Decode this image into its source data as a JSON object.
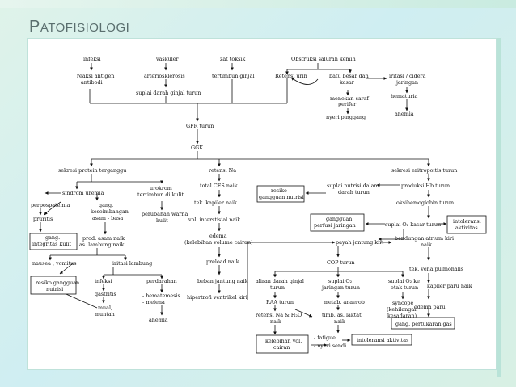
{
  "slide": {
    "title_cap": "P",
    "title_rest": "ATOFISIOLOGI",
    "accent": "#5a6e6e"
  },
  "diagram": {
    "nodes": {
      "infeksi": "infeksi",
      "vaskuler": "vaskuler",
      "zat_toksik": "zat toksik",
      "obstruksi": "Obstruksi saluran kemih",
      "reaksi1": "reaksi antigen",
      "reaksi2": "antibodi",
      "arterio": "arteriosklerosis",
      "tertimbun": "tertimbun ginjal",
      "retensi_urin": "Retensi urin",
      "batu1": "batu besar dan",
      "batu2": "kasar",
      "iritasi1": "iritasi / cidera",
      "iritasi2": "jaringan",
      "suplai_darah": "suplai darah ginjal turun",
      "menekan1": "menekan saraf",
      "menekan2": "perifer",
      "hematuria": "hematuria",
      "nyeri_pinggang": "nyeri pinggang",
      "anemia_top": "anemia",
      "gfr": "GFR turun",
      "ggk": "GGK",
      "sekresi_protein": "sekresi protein terganggu",
      "retensi_na": "retensi Na",
      "sekresi_eritro": "sekresi eritropoitis turun",
      "sindrom": "sindrom uremia",
      "urokrom1": "urokrom",
      "urokrom2": "tertimbun di kulit",
      "total_ces": "total CES naik",
      "resiko_gn1": "resiko",
      "resiko_gn2": "gangguan nutrisi",
      "suplai_nutrisi1": "suplai nutrisi dalam",
      "suplai_nutrisi2": "darah turun",
      "produksi_hb": "produksi Hb turun",
      "perpospatemia": "perpospatemia",
      "gang_kes1": "gang.",
      "gang_kes2": "keseimbangan",
      "gang_kes3": "asam - basa",
      "pruritis": "pruritis",
      "perubahan1": "perubahan warna",
      "perubahan2": "kulit",
      "tek_kapiler": "tek. kapiler naik",
      "oksihemo": "oksihemoglobin turun",
      "gangguan_perf1": "gangguan",
      "gangguan_perf2": "perfusi jaringan",
      "suplai_o2": "suplai O₂ kasar turun",
      "intoleransi1": "intoleransi",
      "intoleransi2": "aktivitas",
      "vol_interstisial": "vol. interstisial naik",
      "gang_integ1": "gang.",
      "gang_integ2": "integritas kulit",
      "prod_asam": "prod. asam naik",
      "as_lambung": "as. lambung naik",
      "edema1": "edema",
      "edema2": "(kelebihan volume cairan)",
      "payah_jantung": "payah jantung kiri",
      "bendungan1": "bendungan atrium kiri",
      "bendungan2": "naik",
      "nausea": "nausea , vomitus",
      "iritasi_lambung": "iritasi lambung",
      "preload": "preload naik",
      "cop": "COP turun",
      "tek_vena": "tek. vena pulmonalis",
      "resiko_gn_b1": "resiko gangguan",
      "resiko_gn_b2": "nutrisi",
      "infeksi2": "infeksi",
      "perdarahan": "perdarahan",
      "beban_jantung": "beban jantung naik",
      "aliran1": "aliran darah ginjal",
      "aliran2": "turun",
      "suplai_o2_jar1": "suplai O₂",
      "suplai_o2_jar2": "jaringan turun",
      "suplai_o2_otak1": "suplai O₂ ke",
      "suplai_o2_otak2": "otak turun",
      "kapiler_paru": "kapiler paru naik",
      "gastritis": "gastritis",
      "hematemesis": "- hematemesis",
      "melena": "- melena",
      "hipertrofi": "hipertrofi ventrikel kiri",
      "raa": "RAA turun",
      "metab1": "metab. anaerob",
      "syncope1": "syncope",
      "syncope2": "(kehilangan",
      "syncope3": "kesadaran)",
      "edema_paru": "edema paru",
      "mual1": "mual,",
      "mual2": "muntah",
      "anemia_bottom": "anemia",
      "retensi_na_h2o1": "retensi Na & H₂O",
      "retensi_na_h2o2": "naik",
      "timb1": "timb. as. laktat",
      "timb2": "naik",
      "gang_pertukaran": "gang. pertukaran gas",
      "kelebihan1": "kelebihan vol.",
      "kelebihan2": "cairan",
      "fatigue": "- fatigue",
      "nyeri_sendi": "- nyeri sendi",
      "intoleransi_bottom": "intoleransi aktivitas"
    }
  }
}
